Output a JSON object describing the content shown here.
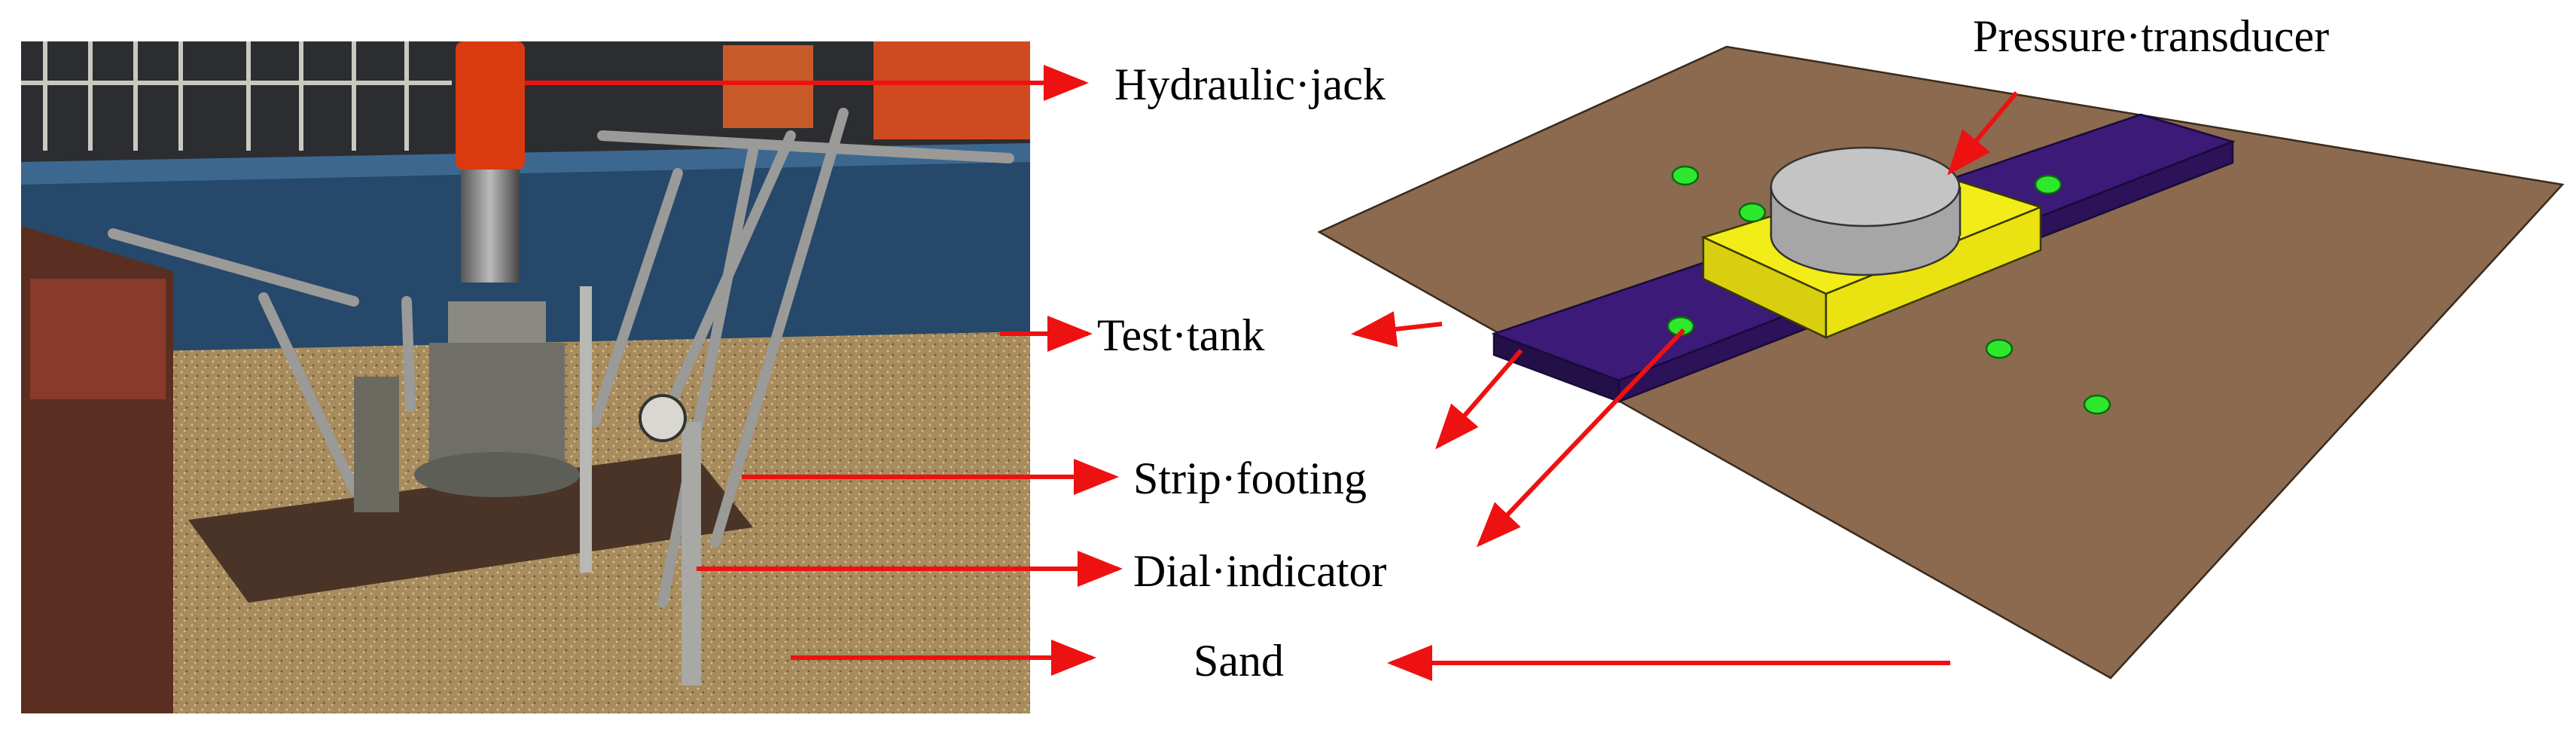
{
  "labels": {
    "hydraulic_jack": "Hydraulic·jack",
    "test_tank": "Test·tank",
    "strip_footing": "Strip·footing",
    "dial_indicator": "Dial·indicator",
    "sand": "Sand",
    "pressure_transducer": "Pressure·transducer"
  },
  "colors": {
    "arrow": "#ee1111",
    "sand_plate": "#8b6a4f",
    "strip": "#3b1a78",
    "plate": "#f2ec18",
    "transducer": "#bdbdbd",
    "dial_dot": "#2ee82e"
  }
}
